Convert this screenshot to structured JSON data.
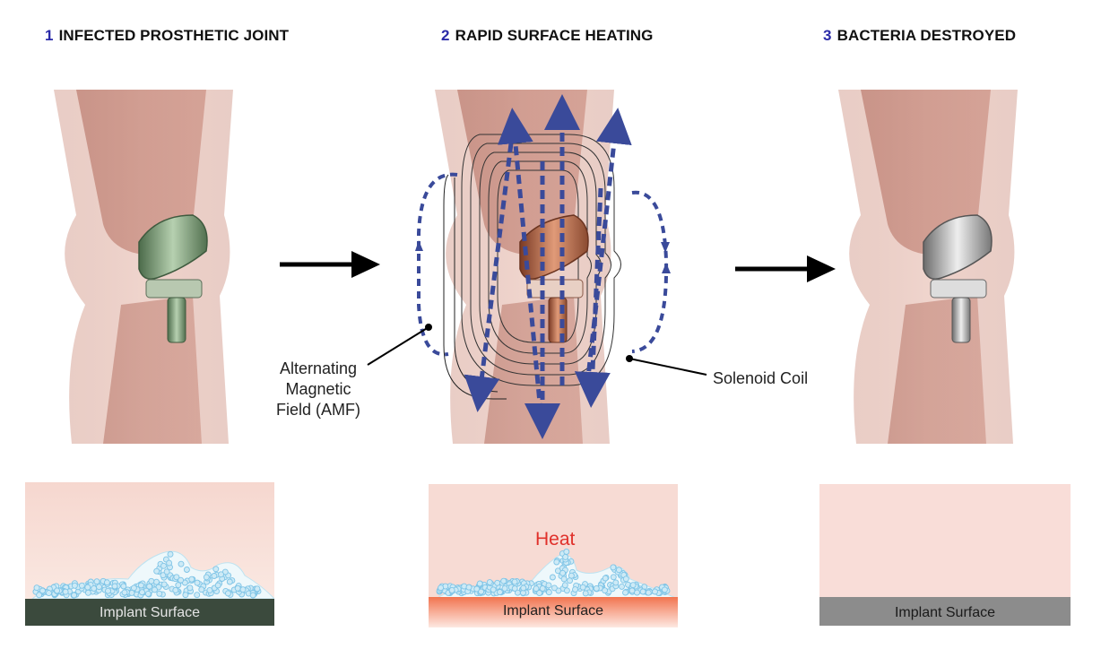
{
  "steps": [
    {
      "number": "1",
      "title": "INFECTED PROSTHETIC JOINT"
    },
    {
      "number": "2",
      "title": "RAPID SURFACE HEATING"
    },
    {
      "number": "3",
      "title": "BACTERIA DESTROYED"
    }
  ],
  "labels": {
    "amf_line1": "Alternating",
    "amf_line2": "Magnetic",
    "amf_line3": "Field (AMF)",
    "coil": "Solenoid Coil",
    "heat": "Heat"
  },
  "surfaces": [
    {
      "label": "Implant Surface"
    },
    {
      "label": "Implant Surface"
    },
    {
      "label": "Implant Surface"
    }
  ],
  "colors": {
    "step_number": "#2a2aa8",
    "field_arrows": "#3a4a9a",
    "heat_text": "#e0302a",
    "tissue": "#f7ddd6",
    "surface_infected": "#3b4a3d",
    "surface_heated": "#f08a6c",
    "surface_clean": "#8c8c8c",
    "bacteria": "#7fc4e6"
  }
}
